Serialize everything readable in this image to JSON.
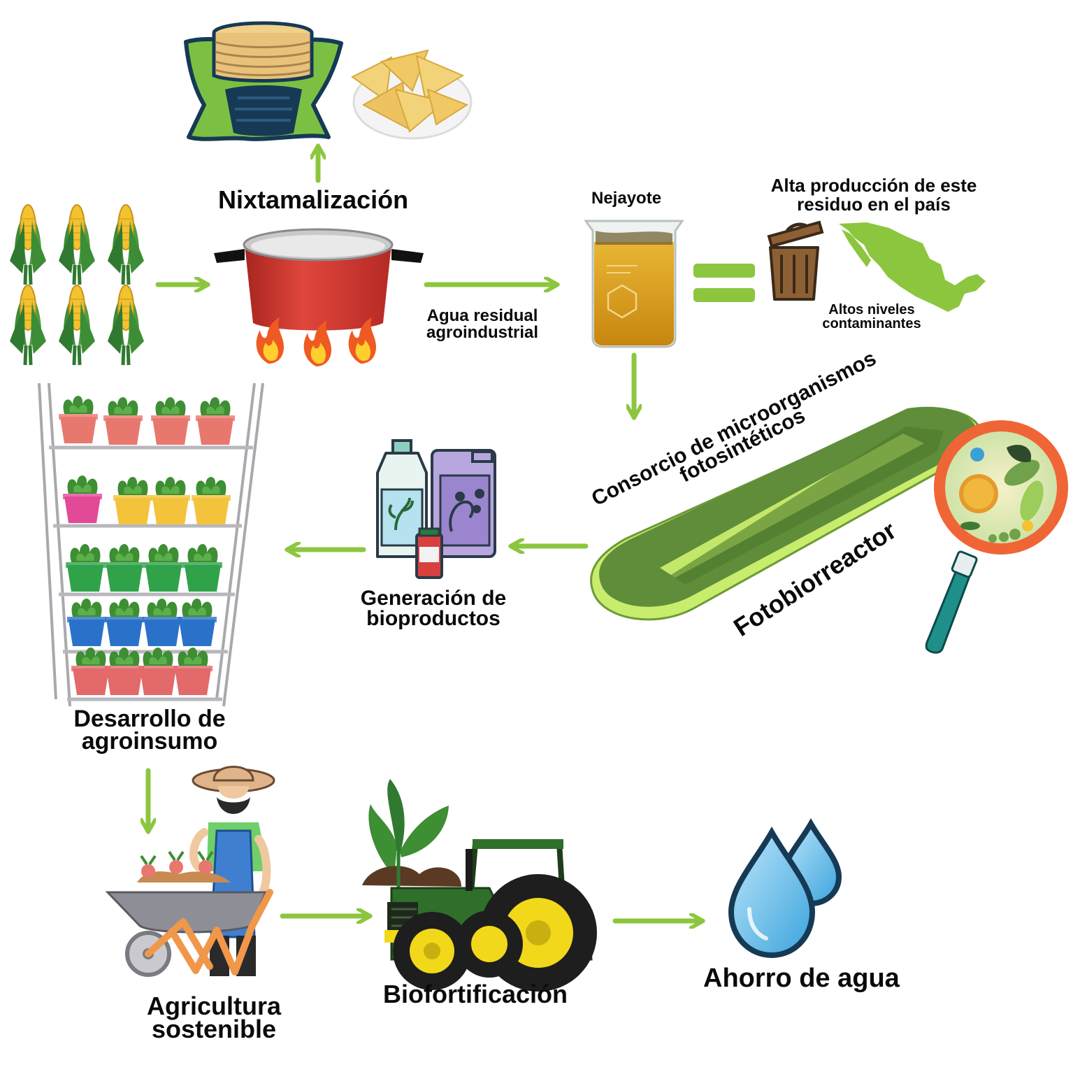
{
  "colors": {
    "arrow": "#8cc63f",
    "corn_kernel": "#f2c230",
    "corn_leaf": "#3f8a37",
    "pot": "#d83a32",
    "liquid": "#d89a1a",
    "mexico": "#8cc63f",
    "reactor": "#5f8d3a",
    "reactor_rim": "#c8ec6c",
    "lens_ring": "#ef6536",
    "lens_handle": "#1f8f8a",
    "water": "#2f9bd7",
    "tractor": "#2f6f2a"
  },
  "icons": {
    "tortilla_basket": "tortilla-basket-icon",
    "chips_plate": "tortilla-chips-icon",
    "corn": "corn-cob-icon",
    "pot": "cooking-pot-icon",
    "fire": "fire-icon",
    "beaker": "beaker-icon",
    "trash": "trash-can-icon",
    "mexico": "mexico-map-icon",
    "raceway": "raceway-photobioreactor-icon",
    "magnifier": "magnifier-microorganisms-icon",
    "bioproducts": "bioproduct-containers-icon",
    "plant_shelf": "plant-shelf-icon",
    "farmer": "farmer-wheelbarrow-icon",
    "tractor": "tractor-sprout-icon",
    "water_drops": "water-drops-icon"
  },
  "labels": {
    "nixtamalizacion": "Nixtamalización",
    "nejayote": "Nejayote",
    "agua_residual": [
      "Agua residual",
      "agroindustrial"
    ],
    "alta_produccion": [
      "Alta producción de este",
      "residuo en el país"
    ],
    "altos_niveles": [
      "Altos niveles",
      "contaminantes"
    ],
    "consorcio": [
      "Consorcio de microorganismos",
      "fotosintéticos"
    ],
    "fotobiorreactor": "Fotobiorreactor",
    "generacion": [
      "Generación de",
      "bioproductos"
    ],
    "desarrollo": [
      "Desarrollo de",
      "agroinsumo"
    ],
    "agricultura": [
      "Agricultura",
      "sostenible"
    ],
    "biofortificacion": "Biofortificación",
    "ahorro": "Ahorro de agua"
  }
}
